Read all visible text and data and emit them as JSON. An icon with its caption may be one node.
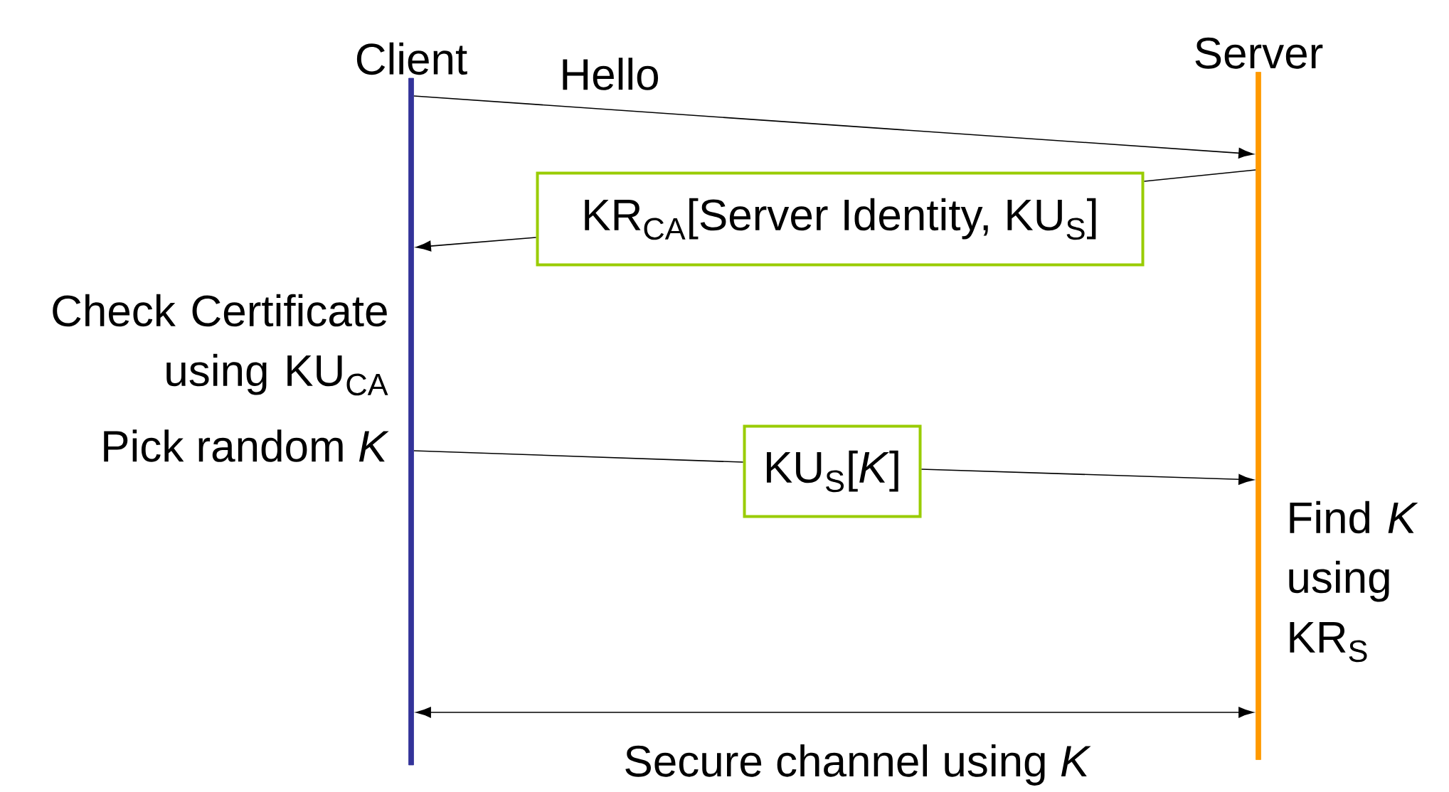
{
  "diagram": {
    "nodes": [
      {
        "text": [
          "Client"
        ]
      },
      {
        "text": [
          "Server"
        ]
      },
      {
        "text": [
          "KR$_{CA}$[Server Identity, KU$_{S}$]"
        ]
      },
      {
        "text": [
          "KU$_{S}$[*K*]"
        ]
      }
    ],
    "edges": [
      {
        "from": 0,
        "to": 1,
        "arrow": "to",
        "label": "Hello"
      },
      {
        "from": 1,
        "to": 2,
        "arrow": "none"
      },
      {
        "from": 2,
        "to": 0,
        "arrow": "to"
      },
      {
        "from": 0,
        "to": 3,
        "arrow": "none"
      },
      {
        "from": 3,
        "to": 1,
        "arrow": "to"
      },
      {
        "from": 0,
        "to": 1,
        "arrow": "both",
        "label": "Secure channel using *K*"
      }
    ],
    "labels": [
      "Check Certificate using KU$_{CA}$",
      "Pick random *K*",
      "Find *K* using KR$_{S}$"
    ]
  }
}
